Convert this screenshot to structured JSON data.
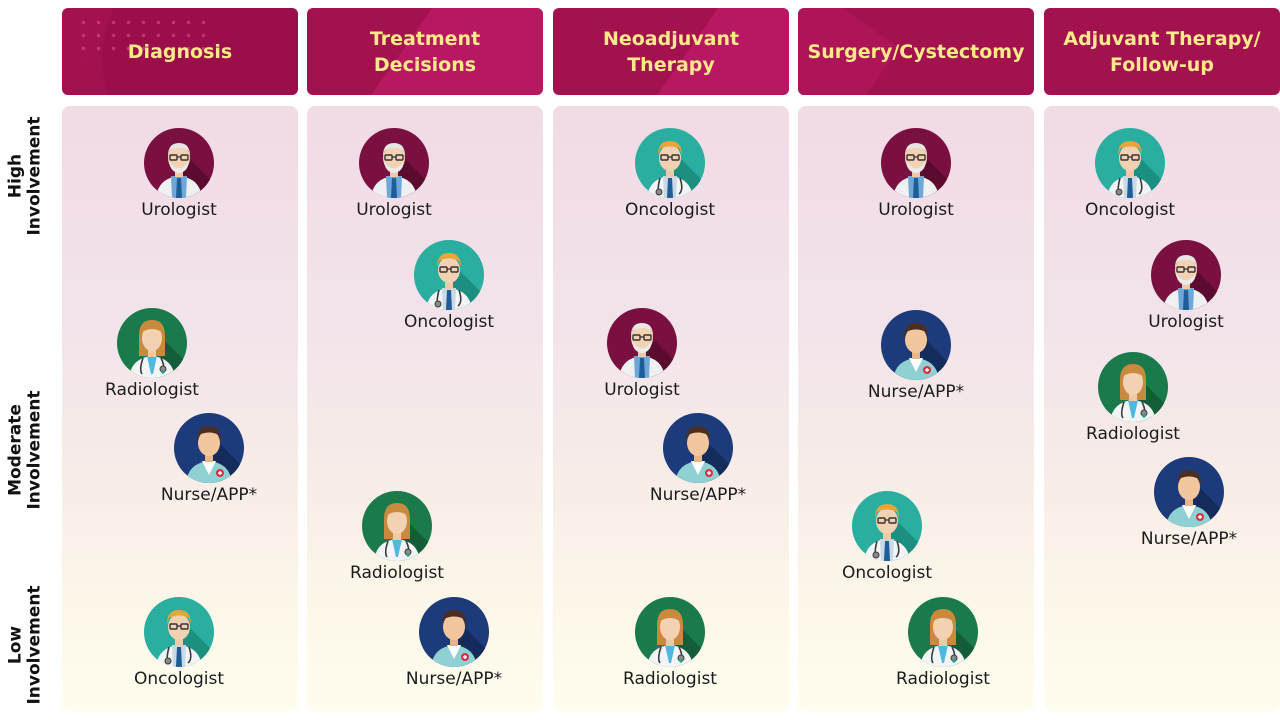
{
  "row_labels": [
    {
      "id": "high",
      "text": "High\nInvolvement"
    },
    {
      "id": "moderate",
      "text": "Moderate\nInvolvement"
    },
    {
      "id": "low",
      "text": "Low\nInvolvement"
    }
  ],
  "columns": [
    {
      "title": "Diagnosis",
      "people": [
        {
          "role": "Urologist",
          "level": "High"
        },
        {
          "role": "Radiologist",
          "level": "Moderate"
        },
        {
          "role": "Nurse/APP*",
          "level": "Moderate"
        },
        {
          "role": "Oncologist",
          "level": "Low"
        }
      ]
    },
    {
      "title": "Treatment\nDecisions",
      "people": [
        {
          "role": "Urologist",
          "level": "High"
        },
        {
          "role": "Oncologist",
          "level": "High-Moderate"
        },
        {
          "role": "Radiologist",
          "level": "Moderate-Low"
        },
        {
          "role": "Nurse/APP*",
          "level": "Low"
        }
      ]
    },
    {
      "title": "Neoadjuvant\nTherapy",
      "people": [
        {
          "role": "Oncologist",
          "level": "High"
        },
        {
          "role": "Urologist",
          "level": "Moderate"
        },
        {
          "role": "Nurse/APP*",
          "level": "Moderate"
        },
        {
          "role": "Radiologist",
          "level": "Low"
        }
      ]
    },
    {
      "title": "Surgery/Cystectomy",
      "people": [
        {
          "role": "Urologist",
          "level": "High"
        },
        {
          "role": "Nurse/APP*",
          "level": "Moderate"
        },
        {
          "role": "Oncologist",
          "level": "Moderate-Low"
        },
        {
          "role": "Radiologist",
          "level": "Low"
        }
      ]
    },
    {
      "title": "Adjuvant Therapy/\nFollow-up",
      "people": [
        {
          "role": "Oncologist",
          "level": "High"
        },
        {
          "role": "Urologist",
          "level": "High-Moderate"
        },
        {
          "role": "Radiologist",
          "level": "Moderate"
        },
        {
          "role": "Nurse/APP*",
          "level": "Moderate"
        }
      ]
    }
  ],
  "colors": {
    "header_bg": "#a3124f",
    "header_text": "#ffe98a",
    "urologist_bg": "#7a1040",
    "oncologist_bg": "#2aaea0",
    "radiologist_bg": "#1b7a4c",
    "nurse_bg": "#1d3b7a"
  }
}
